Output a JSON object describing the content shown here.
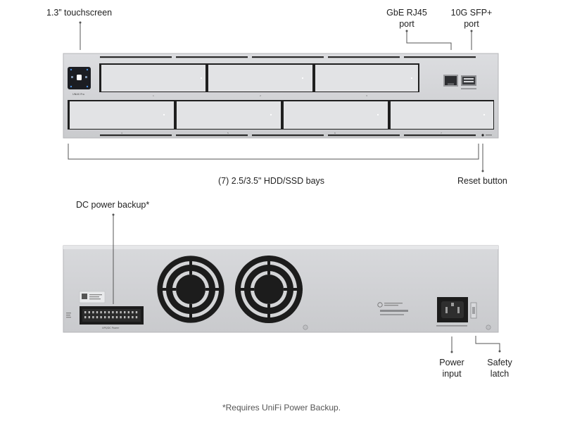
{
  "callouts": {
    "touchscreen": "1.3” touchscreen",
    "rj45_line1": "GbE RJ45",
    "rj45_line2": "port",
    "sfp_line1": "10G SFP+",
    "sfp_line2": "port",
    "bays": "(7) 2.5/3.5\" HDD/SSD bays",
    "reset": "Reset button",
    "dc_backup": "DC power backup*",
    "power_line1": "Power",
    "power_line2": "input",
    "latch_line1": "Safety",
    "latch_line2": "latch"
  },
  "device_front": {
    "model_label": "UNAS Pro",
    "bay_count": 7,
    "bay_numbers": [
      "1",
      "2",
      "3",
      "4",
      "5",
      "6",
      "7"
    ]
  },
  "device_rear": {
    "connector_label": "UPS/DC Power",
    "fan_count": 2
  },
  "footnote": "*Requires UniFi Power Backup.",
  "colors": {
    "chassis": "#d4d5d7",
    "chassis_edge": "#b9babc",
    "bay": "#e2e3e5",
    "line": "#555555",
    "screen": "#1b1d22",
    "fan": "#1c1c1c"
  }
}
